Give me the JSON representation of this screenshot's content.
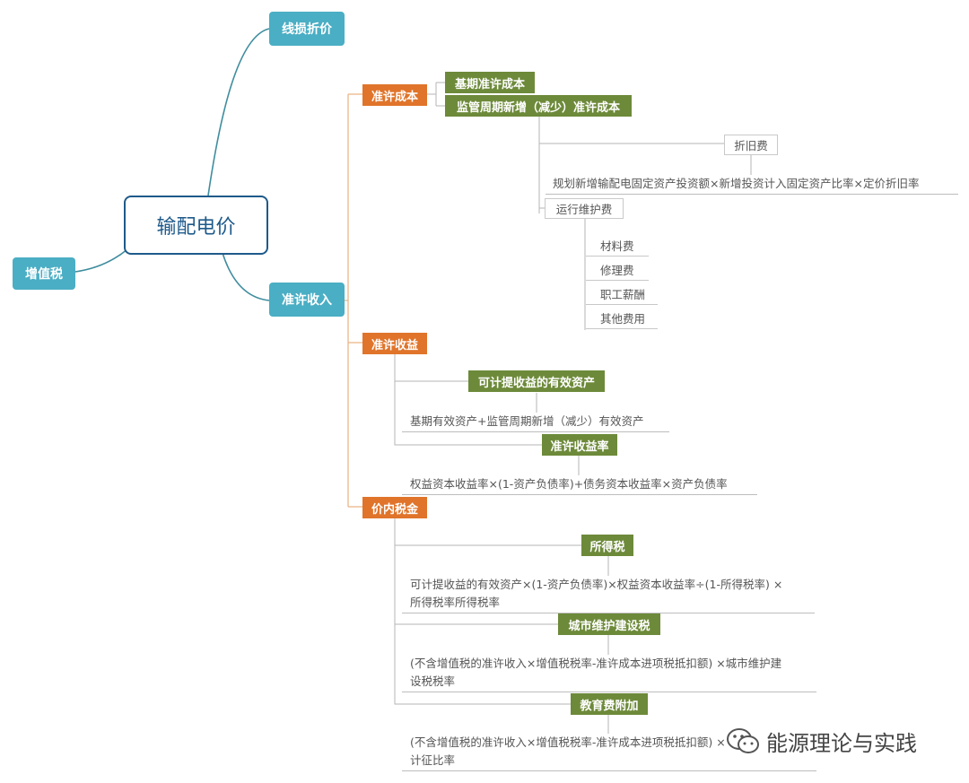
{
  "root": "输配电价",
  "left_nodes": {
    "line_loss": "线损折价",
    "vat": "增值税",
    "allowed_revenue": "准许收入"
  },
  "cost": {
    "label": "准许成本",
    "base": "基期准许成本",
    "new": "监管周期新增（减少）准许成本",
    "depreciation": "折旧费",
    "depreciation_formula": "规划新增输配电固定资产投资额×新增投资计入固定资产比率×定价折旧率",
    "om": "运行维护费",
    "om_items": [
      "材料费",
      "修理费",
      "职工薪酬",
      "其他费用"
    ]
  },
  "return": {
    "label": "准许收益",
    "assets": "可计提收益的有效资产",
    "assets_formula": "基期有效资产+监管周期新增（减少）有效资产",
    "rate": "准许收益率",
    "rate_formula": "权益资本收益率×(1-资产负债率)+债务资本收益率×资产负债率"
  },
  "tax": {
    "label": "价内税金",
    "income": "所得税",
    "income_formula_1": "可计提收益的有效资产×(1-资产负债率)×权益资本收益率÷(1-所得税率) ×",
    "income_formula_2": "所得税率所得税率",
    "urban": "城市维护建设税",
    "urban_formula_1": "(不含增值税的准许收入×增值税税率-准许成本进项税抵扣额) ×城市维护建",
    "urban_formula_2": "设税税率",
    "edu": "教育费附加",
    "edu_formula_1": "(不含增值税的准许收入×增值税税率-准许成本进项税抵扣额) ×",
    "edu_formula_2": "计征比率"
  },
  "watermark": "能源理论与实践"
}
